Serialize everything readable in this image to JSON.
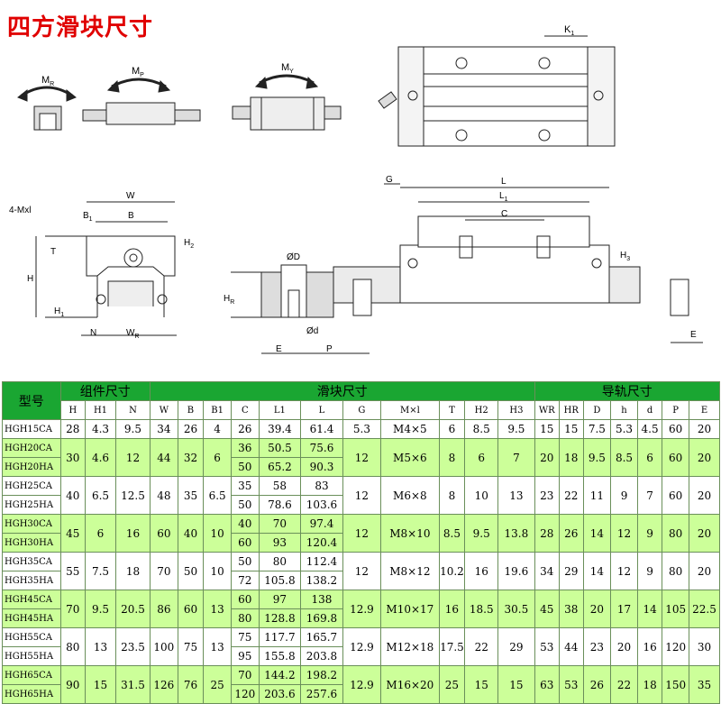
{
  "title": "四方滑块尺寸",
  "drawing_labels": {
    "mr": "M",
    "mr_sub": "R",
    "mp": "M",
    "mp_sub": "P",
    "my": "M",
    "my_sub": "Y",
    "k1": "K",
    "k1_sub": "1",
    "w": "W",
    "b1": "B",
    "b1_sub": "1",
    "b": "B",
    "mxl": "4-Mxl",
    "t": "T",
    "h2": "H",
    "h2_sub": "2",
    "h": "H",
    "h1": "H",
    "h1_sub": "1",
    "n": "N",
    "wr": "W",
    "wr_sub": "R",
    "phiD": "ØD",
    "hr": "H",
    "hr_sub": "R",
    "phid": "Ød",
    "e": "E",
    "p": "P",
    "g": "G",
    "l": "L",
    "l1": "L",
    "l1_sub": "1",
    "c": "C",
    "h3": "H",
    "h3_sub": "3",
    "e2": "E"
  },
  "table": {
    "groups": {
      "model": "型号",
      "assembly": "组件尺寸",
      "block": "滑块尺寸",
      "rail": "导轨尺寸"
    },
    "columns": [
      "H",
      "H1",
      "N",
      "W",
      "B",
      "B1",
      "C",
      "L1",
      "L",
      "G",
      "M×l",
      "T",
      "H2",
      "H3",
      "WR",
      "HR",
      "D",
      "h",
      "d",
      "P",
      "E"
    ],
    "rows": [
      {
        "model": "HGH15CA",
        "H": "28",
        "H1": "4.3",
        "N": "9.5",
        "W": "34",
        "B": "26",
        "B1": "4",
        "C": "26",
        "L1": "39.4",
        "L": "61.4",
        "G": "5.3",
        "M": "M4×5",
        "T": "6",
        "H2": "8.5",
        "H3": "9.5",
        "WR": "15",
        "HR": "15",
        "D": "7.5",
        "h": "5.3",
        "d": "4.5",
        "P": "60",
        "E": "20"
      },
      {
        "model": "HGH20CA",
        "C": "36",
        "L1": "50.5",
        "L": "75.6"
      },
      {
        "model": "HGH20HA",
        "H": "30",
        "H1": "4.6",
        "N": "12",
        "W": "44",
        "B": "32",
        "B1": "6",
        "C": "50",
        "L1": "65.2",
        "L": "90.3",
        "G": "12",
        "M": "M5×6",
        "T": "8",
        "H2": "6",
        "H3": "7",
        "WR": "20",
        "HR": "18",
        "D": "9.5",
        "h": "8.5",
        "d": "6",
        "P": "60",
        "E": "20"
      },
      {
        "model": "HGH25CA",
        "C": "35",
        "L1": "58",
        "L": "83"
      },
      {
        "model": "HGH25HA",
        "H": "40",
        "H1": "6.5",
        "N": "12.5",
        "W": "48",
        "B": "35",
        "B1": "6.5",
        "C": "50",
        "L1": "78.6",
        "L": "103.6",
        "G": "12",
        "M": "M6×8",
        "T": "8",
        "H2": "10",
        "H3": "13",
        "WR": "23",
        "HR": "22",
        "D": "11",
        "h": "9",
        "d": "7",
        "P": "60",
        "E": "20"
      },
      {
        "model": "HGH30CA",
        "C": "40",
        "L1": "70",
        "L": "97.4"
      },
      {
        "model": "HGH30HA",
        "H": "45",
        "H1": "6",
        "N": "16",
        "W": "60",
        "B": "40",
        "B1": "10",
        "C": "60",
        "L1": "93",
        "L": "120.4",
        "G": "12",
        "M": "M8×10",
        "T": "8.5",
        "H2": "9.5",
        "H3": "13.8",
        "WR": "28",
        "HR": "26",
        "D": "14",
        "h": "12",
        "d": "9",
        "P": "80",
        "E": "20"
      },
      {
        "model": "HGH35CA",
        "C": "50",
        "L1": "80",
        "L": "112.4"
      },
      {
        "model": "HGH35HA",
        "H": "55",
        "H1": "7.5",
        "N": "18",
        "W": "70",
        "B": "50",
        "B1": "10",
        "C": "72",
        "L1": "105.8",
        "L": "138.2",
        "G": "12",
        "M": "M8×12",
        "T": "10.2",
        "H2": "16",
        "H3": "19.6",
        "WR": "34",
        "HR": "29",
        "D": "14",
        "h": "12",
        "d": "9",
        "P": "80",
        "E": "20"
      },
      {
        "model": "HGH45CA",
        "C": "60",
        "L1": "97",
        "L": "138"
      },
      {
        "model": "HGH45HA",
        "H": "70",
        "H1": "9.5",
        "N": "20.5",
        "W": "86",
        "B": "60",
        "B1": "13",
        "C": "80",
        "L1": "128.8",
        "L": "169.8",
        "G": "12.9",
        "M": "M10×17",
        "T": "16",
        "H2": "18.5",
        "H3": "30.5",
        "WR": "45",
        "HR": "38",
        "D": "20",
        "h": "17",
        "d": "14",
        "P": "105",
        "E": "22.5"
      },
      {
        "model": "HGH55CA",
        "C": "75",
        "L1": "117.7",
        "L": "165.7"
      },
      {
        "model": "HGH55HA",
        "H": "80",
        "H1": "13",
        "N": "23.5",
        "W": "100",
        "B": "75",
        "B1": "13",
        "C": "95",
        "L1": "155.8",
        "L": "203.8",
        "G": "12.9",
        "M": "M12×18",
        "T": "17.5",
        "H2": "22",
        "H3": "29",
        "WR": "53",
        "HR": "44",
        "D": "23",
        "h": "20",
        "d": "16",
        "P": "120",
        "E": "30"
      },
      {
        "model": "HGH65CA",
        "C": "70",
        "L1": "144.2",
        "L": "198.2"
      },
      {
        "model": "HGH65HA",
        "H": "90",
        "H1": "15",
        "N": "31.5",
        "W": "126",
        "B": "76",
        "B1": "25",
        "C": "120",
        "L1": "203.6",
        "L": "257.6",
        "G": "12.9",
        "M": "M16×20",
        "T": "25",
        "H2": "15",
        "H3": "15",
        "WR": "63",
        "HR": "53",
        "D": "26",
        "h": "22",
        "d": "18",
        "P": "150",
        "E": "35"
      }
    ]
  }
}
